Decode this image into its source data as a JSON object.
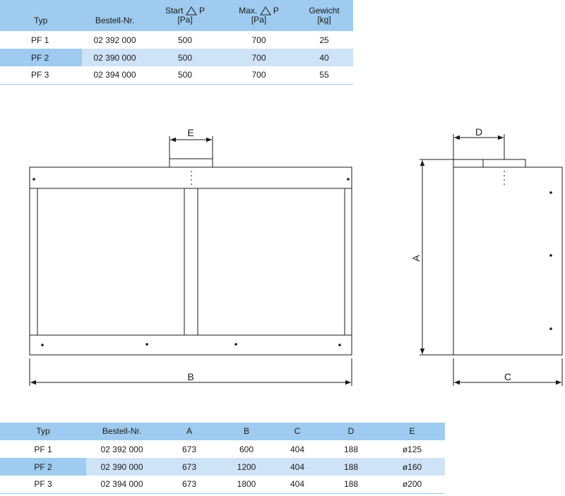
{
  "table1": {
    "headers": {
      "typ": "Typ",
      "bestell": "Bestell-Nr.",
      "start_top": "Start",
      "start_symbol": "P",
      "start_unit": "[Pa]",
      "max_top": "Max.",
      "max_symbol": "P",
      "max_unit": "[Pa]",
      "gewicht_top": "Gewicht",
      "gewicht_unit": "[kg]"
    },
    "rows": [
      {
        "typ": "PF 1",
        "bestell": "02 392 000",
        "start": "500",
        "max": "700",
        "gewicht": "25"
      },
      {
        "typ": "PF 2",
        "bestell": "02 390 000",
        "start": "500",
        "max": "700",
        "gewicht": "40"
      },
      {
        "typ": "PF 3",
        "bestell": "02 394 000",
        "start": "500",
        "max": "700",
        "gewicht": "55"
      }
    ]
  },
  "drawing": {
    "front_width_label": "B",
    "collar_label": "E",
    "side_height_label": "A",
    "side_depth_label": "C",
    "side_collar_label": "D"
  },
  "table2": {
    "headers": {
      "typ": "Typ",
      "bestell": "Bestell-Nr.",
      "a": "A",
      "b": "B",
      "c": "C",
      "d": "D",
      "e": "E"
    },
    "rows": [
      {
        "typ": "PF 1",
        "bestell": "02 392 000",
        "a": "673",
        "b": "600",
        "c": "404",
        "d": "188",
        "e": "ø125"
      },
      {
        "typ": "PF 2",
        "bestell": "02 390 000",
        "a": "673",
        "b": "1200",
        "c": "404",
        "d": "188",
        "e": "ø160"
      },
      {
        "typ": "PF 3",
        "bestell": "02 394 000",
        "a": "673",
        "b": "1800",
        "c": "404",
        "d": "188",
        "e": "ø200"
      }
    ]
  },
  "colors": {
    "header_blue": "#9ecbef",
    "row_highlight": "#cfe3f7",
    "line": "#1a1a1a"
  },
  "icons": {
    "delta_symbol": "delta-triangle-icon"
  }
}
